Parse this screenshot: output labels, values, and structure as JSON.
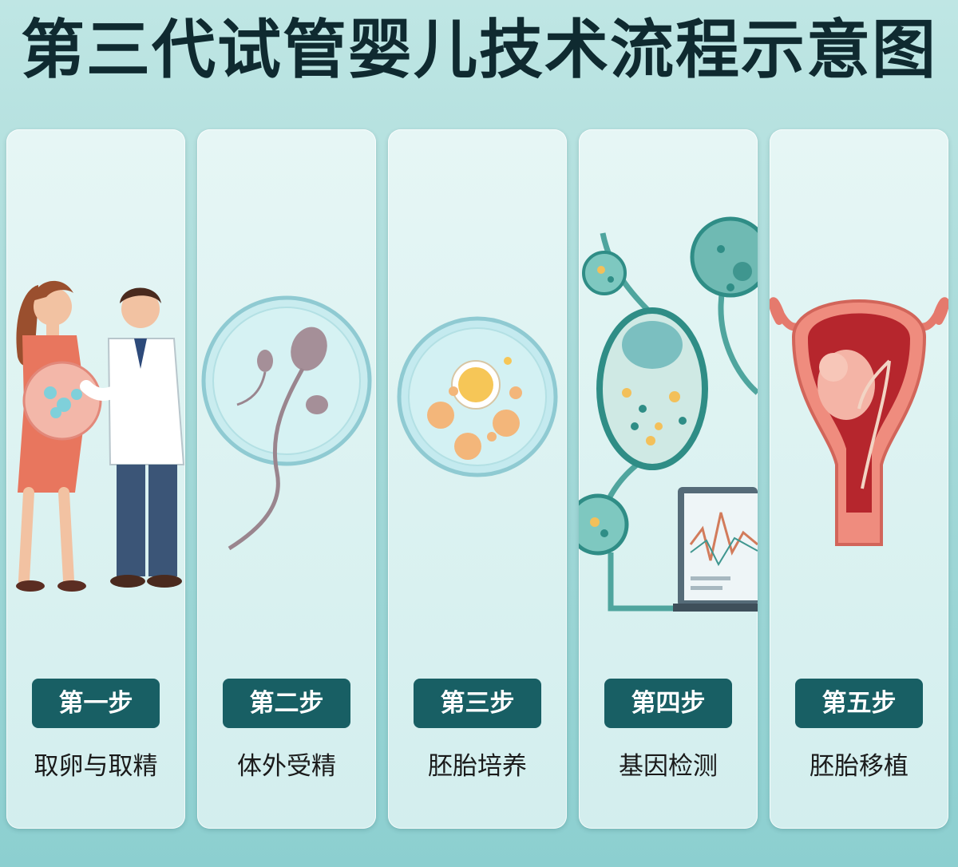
{
  "title": "第三代试管婴儿技术流程示意图",
  "steps": [
    {
      "badge": "第一步",
      "caption": "取卵与取精",
      "icon": "egg-and-sperm-retrieval-icon"
    },
    {
      "badge": "第二步",
      "caption": "体外受精",
      "icon": "in-vitro-fertilization-icon"
    },
    {
      "badge": "第三步",
      "caption": "胚胎培养",
      "icon": "embryo-culture-icon"
    },
    {
      "badge": "第四步",
      "caption": "基因检测",
      "icon": "genetic-testing-icon"
    },
    {
      "badge": "第五步",
      "caption": "胚胎移植",
      "icon": "embryo-transfer-icon"
    }
  ],
  "colors": {
    "background": "#a9dbda",
    "panel": "#dff3f2",
    "badge": "#185f64",
    "title": "#0f2a30"
  }
}
